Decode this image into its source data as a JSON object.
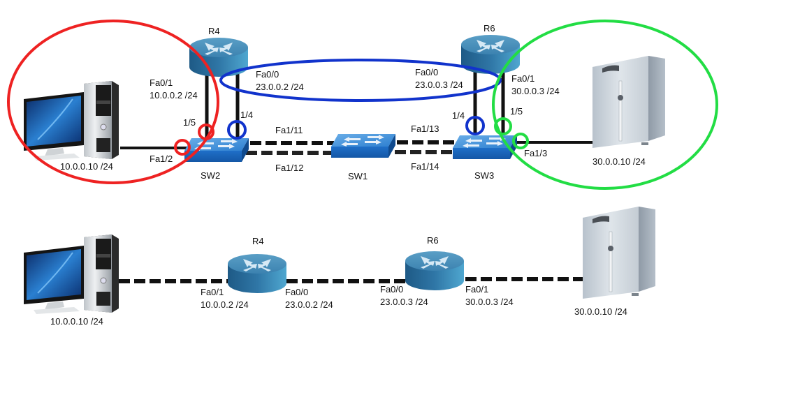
{
  "top": {
    "routers": [
      {
        "name": "R4"
      },
      {
        "name": "R6"
      }
    ],
    "switches": [
      {
        "name": "SW2"
      },
      {
        "name": "SW1"
      },
      {
        "name": "SW3"
      }
    ],
    "hosts": {
      "pc": {
        "ip": "10.0.0.10 /24"
      },
      "server": {
        "ip": "30.0.0.10 /24"
      }
    },
    "interfaces": {
      "r4_fa01": {
        "name": "Fa0/1",
        "ip": "10.0.0.2 /24"
      },
      "r4_fa00": {
        "name": "Fa0/0",
        "ip": "23.0.0.2 /24"
      },
      "r6_fa00": {
        "name": "Fa0/0",
        "ip": "23.0.0.3 /24"
      },
      "r6_fa01": {
        "name": "Fa0/1",
        "ip": "30.0.0.3 /24"
      }
    },
    "ports": {
      "sw2_15": "1/5",
      "sw2_14": "1/4",
      "sw2_fa12": "Fa1/2",
      "sw2_fa111": "Fa1/11",
      "sw2_fa112": "Fa1/12",
      "sw3_fa113": "Fa1/13",
      "sw3_fa114": "Fa1/14",
      "sw3_14": "1/4",
      "sw3_15": "1/5",
      "sw3_fa13": "Fa1/3"
    },
    "highlight_colors": {
      "vlan10": "#ee2222",
      "vlan23": "#1133cc",
      "vlan30": "#22dd44"
    }
  },
  "bottom": {
    "routers": [
      {
        "name": "R4"
      },
      {
        "name": "R6"
      }
    ],
    "hosts": {
      "pc": {
        "ip": "10.0.0.10 /24"
      },
      "server": {
        "ip": "30.0.0.10 /24"
      }
    },
    "interfaces": {
      "r4_fa01": {
        "name": "Fa0/1",
        "ip": "10.0.0.2 /24"
      },
      "r4_fa00": {
        "name": "Fa0/0",
        "ip": "23.0.0.2 /24"
      },
      "r6_fa00": {
        "name": "Fa0/0",
        "ip": "23.0.0.3 /24"
      },
      "r6_fa01": {
        "name": "Fa0/1",
        "ip": "30.0.0.3 /24"
      }
    }
  }
}
